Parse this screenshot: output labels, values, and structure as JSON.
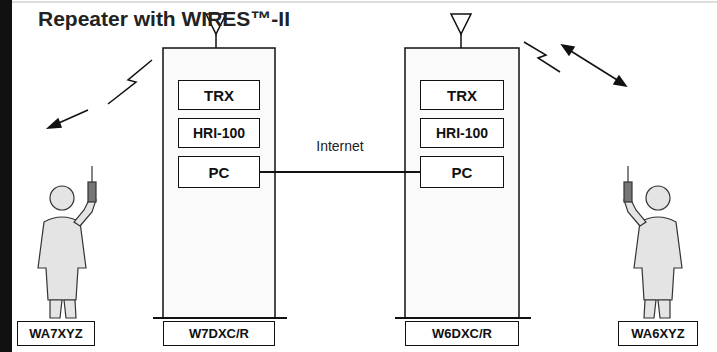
{
  "diagram": {
    "title": "Repeater with WIRES™-II",
    "nodes": [
      {
        "text": [
          "TRX"
        ]
      },
      {
        "text": [
          "HRI-100"
        ]
      },
      {
        "text": [
          "PC"
        ]
      },
      {
        "text": [
          "TRX"
        ]
      },
      {
        "text": [
          "HRI-100"
        ]
      },
      {
        "text": [
          "PC"
        ]
      },
      {
        "text": [
          "WA7XYZ"
        ]
      },
      {
        "text": [
          "W7DXC/R"
        ]
      },
      {
        "text": [
          "W6DXC/R"
        ]
      },
      {
        "text": [
          "WA6XYZ"
        ]
      }
    ],
    "edges": [
      {
        "from": 2,
        "to": 5,
        "label": "Internet",
        "arrow": "none"
      }
    ]
  }
}
